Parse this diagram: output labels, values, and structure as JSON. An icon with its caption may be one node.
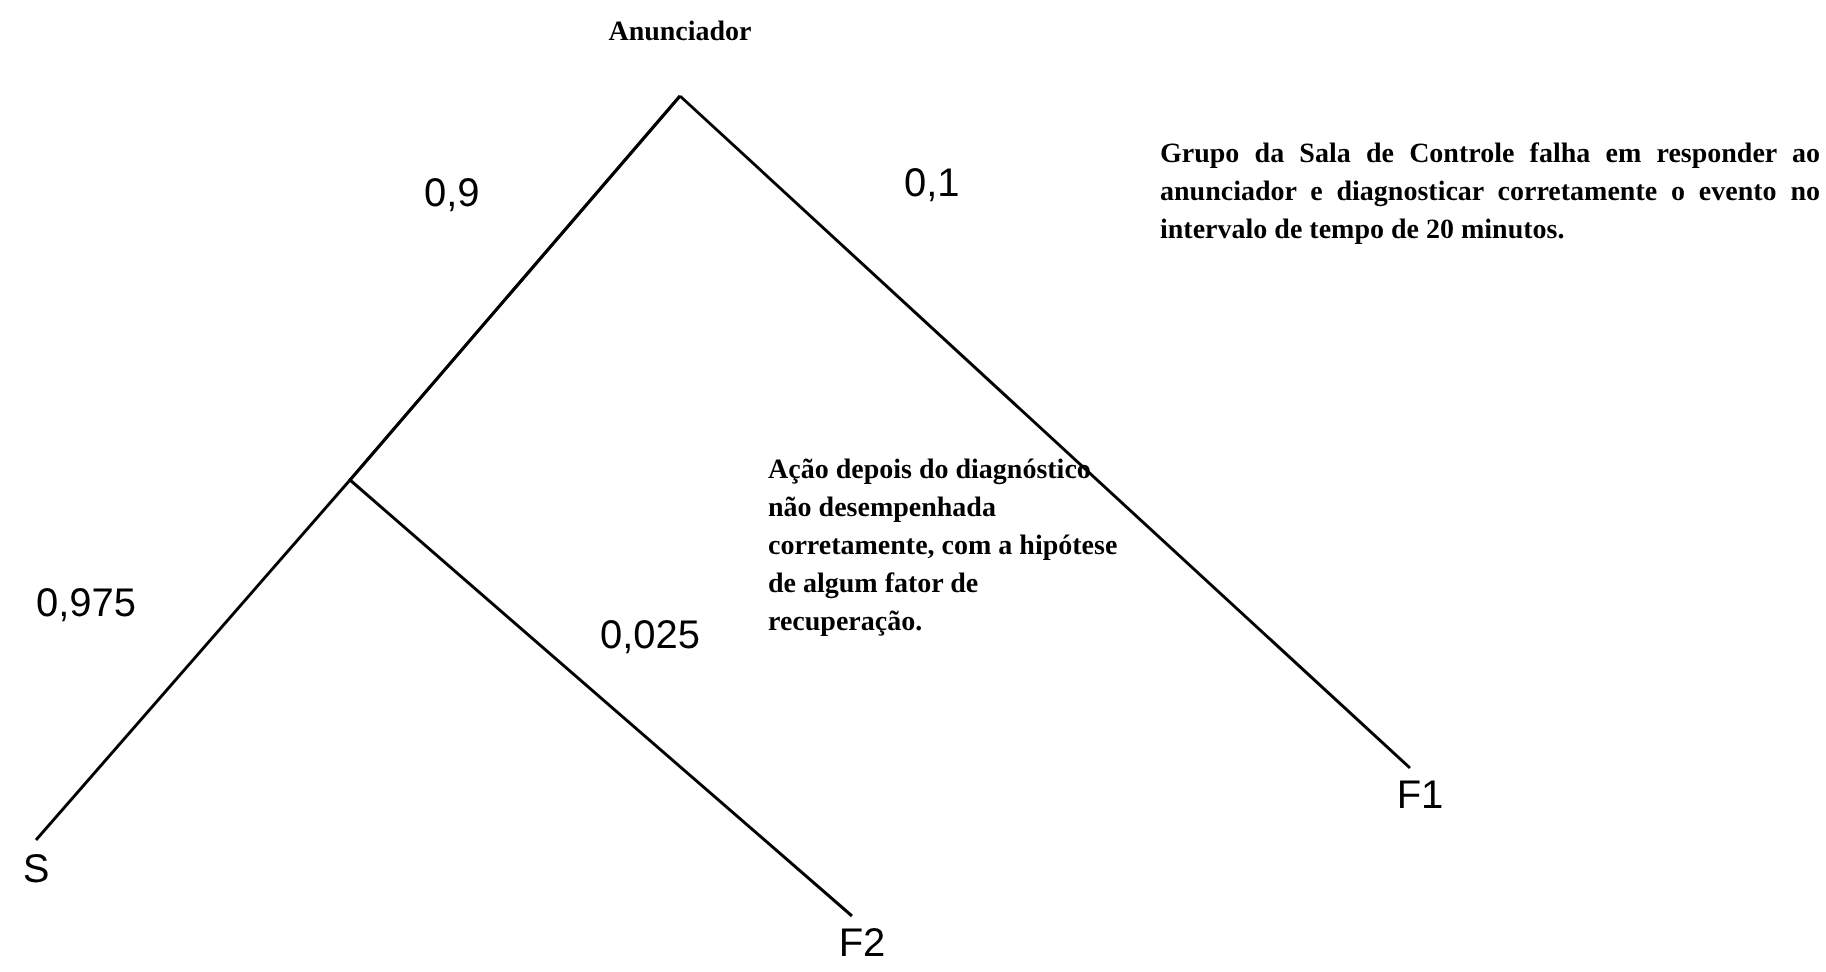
{
  "diagram": {
    "nodes": [
      {
        "text": [
          "Anunciador"
        ]
      },
      {
        "text": [
          "S"
        ]
      },
      {
        "text": [
          "F2"
        ]
      },
      {
        "text": [
          "F1"
        ]
      }
    ],
    "edges": [
      {
        "from": 0,
        "to": 1,
        "arrow": "none",
        "label": "0,975"
      },
      {
        "from": 0,
        "to": 2,
        "arrow": "none",
        "label": "0,025"
      },
      {
        "from": 0,
        "to": 3,
        "arrow": "none",
        "label": "0,1"
      }
    ],
    "labels": [
      "0,9",
      "Grupo da Sala de Controle falha em responder ao anunciador e diagnosticar corretamente o evento no intervalo de tempo de 20 minutos.",
      "Ação depois do diagnóstico não desempenhada corretamente, com a hipótese de algum fator de recuperação."
    ]
  }
}
